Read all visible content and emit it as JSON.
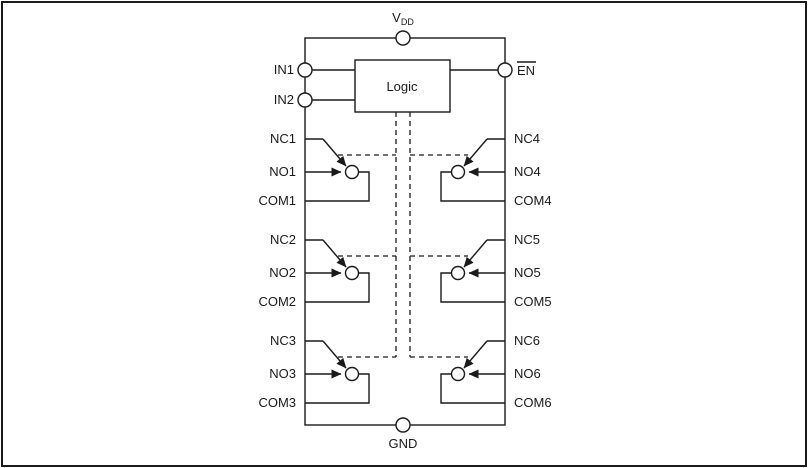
{
  "diagram": {
    "power": {
      "vdd_main": "V",
      "vdd_sub": "DD",
      "gnd": "GND"
    },
    "control": {
      "in1": "IN1",
      "in2": "IN2",
      "en": "EN",
      "logic": "Logic"
    },
    "left_pins": [
      {
        "nc": "NC1",
        "no": "NO1",
        "com": "COM1"
      },
      {
        "nc": "NC2",
        "no": "NO2",
        "com": "COM2"
      },
      {
        "nc": "NC3",
        "no": "NO3",
        "com": "COM3"
      }
    ],
    "right_pins": [
      {
        "nc": "NC4",
        "no": "NO4",
        "com": "COM4"
      },
      {
        "nc": "NC5",
        "no": "NO5",
        "com": "COM5"
      },
      {
        "nc": "NC6",
        "no": "NO6",
        "com": "COM6"
      }
    ],
    "colors": {
      "line": "#1a1a1a",
      "background": "#ffffff"
    }
  }
}
